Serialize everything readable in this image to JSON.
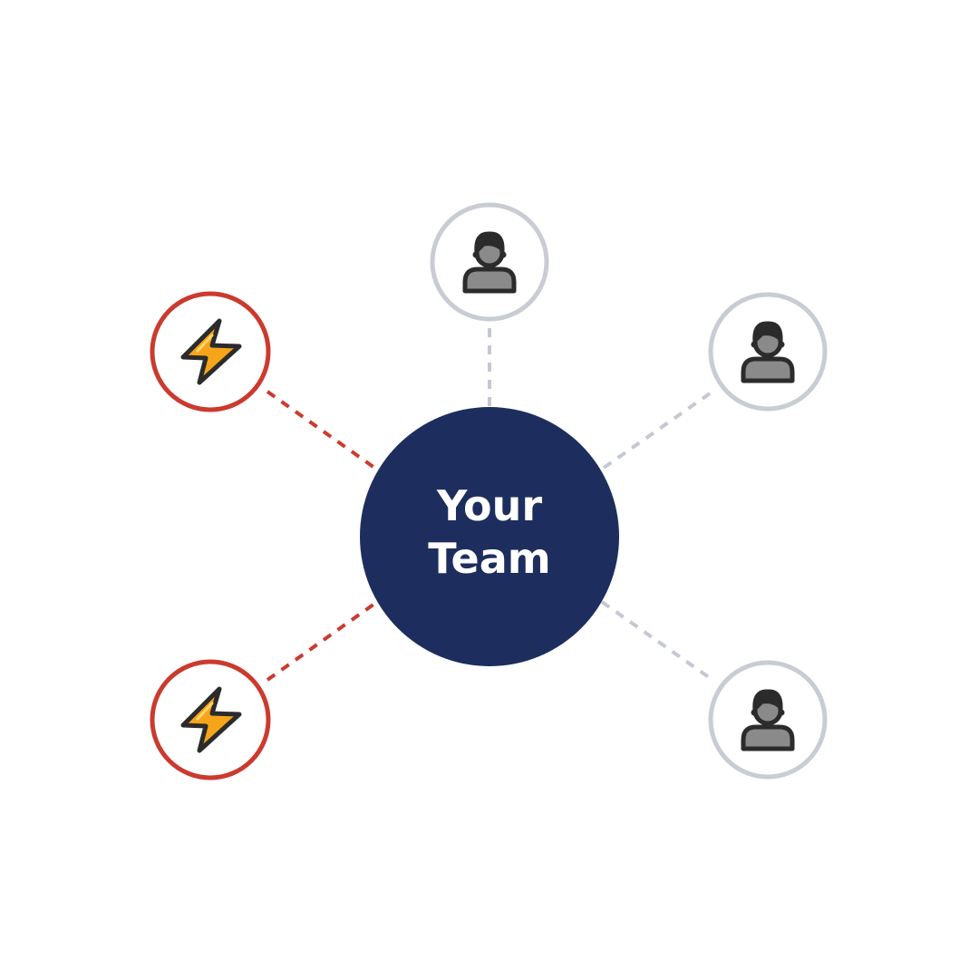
{
  "center": {
    "line1": "Your",
    "line2": "Team",
    "color": "#1d2e5e",
    "text_color": "#ffffff"
  },
  "nodes": [
    {
      "id": "top",
      "kind": "person",
      "icon": "person-icon"
    },
    {
      "id": "upper-right",
      "kind": "person",
      "icon": "person-icon"
    },
    {
      "id": "lower-right",
      "kind": "person",
      "icon": "person-icon"
    },
    {
      "id": "upper-left",
      "kind": "alert",
      "icon": "lightning-bolt-icon"
    },
    {
      "id": "lower-left",
      "kind": "alert",
      "icon": "lightning-bolt-icon"
    }
  ],
  "colors": {
    "person_ring": "#c9ccd3",
    "person_connector": "#c3c8d2",
    "alert_ring": "#cc3a2e",
    "alert_connector": "#cc3a2e",
    "bolt_fill": "#f6a51b",
    "icon_dark": "#2b2b2b",
    "icon_gray": "#8a8a8a"
  }
}
